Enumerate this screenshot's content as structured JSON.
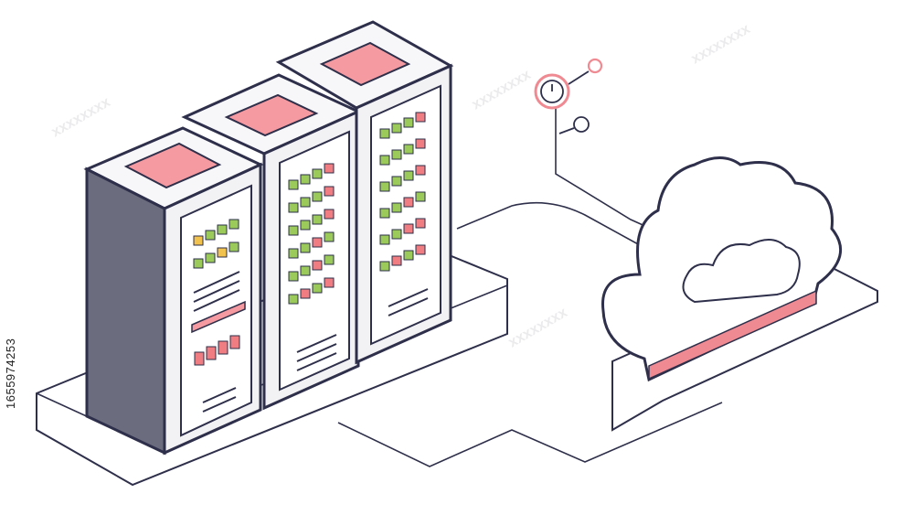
{
  "image": {
    "kind": "isometric line illustration",
    "subject": [
      "server racks",
      "cloud",
      "network connector"
    ],
    "stock_id_text": "1655974253"
  },
  "colors": {
    "outline": "#2e2f4a",
    "rack_side": "#6b6c7e",
    "panel": "#f2f2f5",
    "accent_pink": "#f08a92",
    "led_green": "#9bc95a",
    "led_red": "#f07d82",
    "led_yellow": "#f2c24f",
    "watermark": "#c8c8cc"
  },
  "icons": [
    "server-rack-icon",
    "cloud-icon",
    "gauge-icon",
    "network-line-icon"
  ]
}
